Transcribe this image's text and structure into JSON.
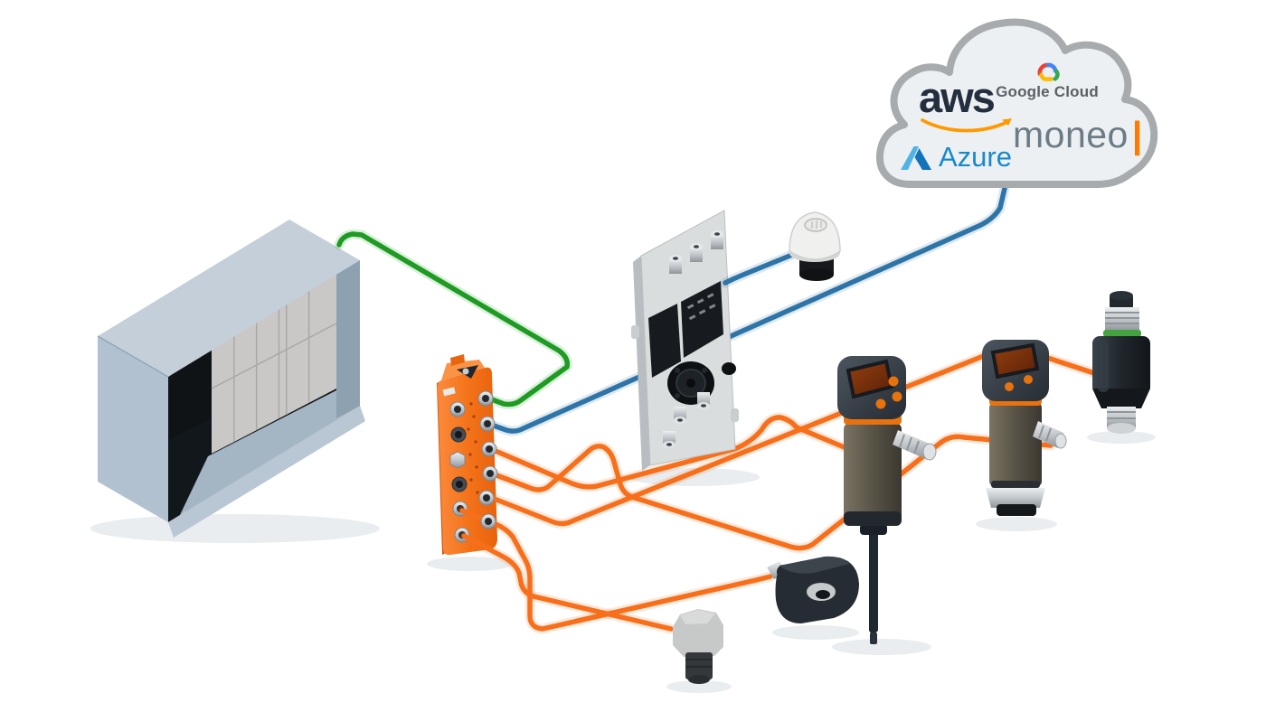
{
  "cloud": {
    "google_cloud_label": "Google Cloud",
    "aws_label": "aws",
    "azure_label": "Azure",
    "moneo_label": "moneo",
    "moneo_cursor": "|",
    "colors": {
      "cloud_fill": "#edf0f2",
      "cloud_border": "#a8abad",
      "google_text": "#5a6065",
      "aws_text": "#232f3e",
      "aws_swoosh": "#ff9900",
      "azure_text": "#1789cb",
      "moneo_text": "#6b7c87",
      "moneo_cursor": "#ff7a00"
    }
  },
  "cables": {
    "plc_to_iolink_master": "#1f9b24",
    "iolink_master_to_cloud": "#2e74a7",
    "gateway_to_antenna": "#2e74a7",
    "sensor_cables": "#f76f1a"
  },
  "components": [
    {
      "id": "control-cabinet",
      "icon": "plc-cabinet-icon"
    },
    {
      "id": "io-link-master",
      "icon": "io-link-master-icon"
    },
    {
      "id": "edge-gateway",
      "icon": "edge-gateway-icon"
    },
    {
      "id": "antenna-dome",
      "icon": "antenna-dome-icon"
    },
    {
      "id": "probe-sensor",
      "icon": "probe-sensor-icon"
    },
    {
      "id": "pressure-sensor",
      "icon": "pressure-sensor-icon"
    },
    {
      "id": "cylindrical-sensor",
      "icon": "cylindrical-sensor-icon"
    },
    {
      "id": "eyelet-vibration-sensor",
      "icon": "eyelet-sensor-icon"
    },
    {
      "id": "sensor-head",
      "icon": "sensor-head-icon"
    }
  ]
}
